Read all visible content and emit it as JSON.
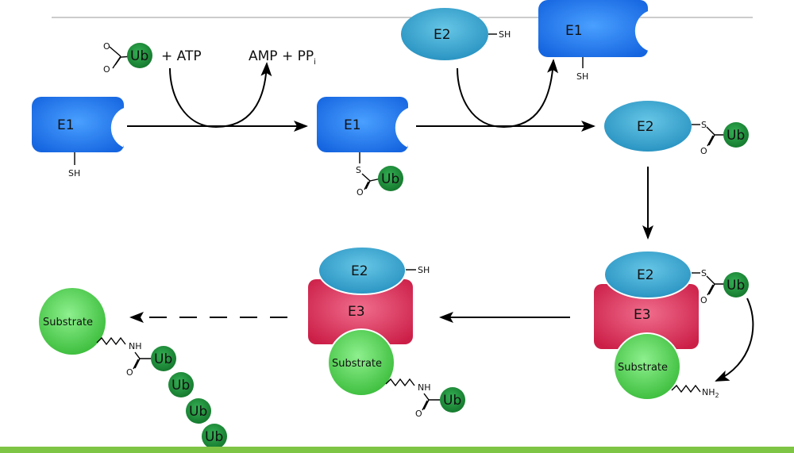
{
  "labels": {
    "e1": "E1",
    "e2": "E2",
    "e3": "E3",
    "ub": "Ub",
    "substrate": "Substrate",
    "sh": "SH",
    "s": "S",
    "o": "O",
    "nh": "NH",
    "nh2": "NH",
    "nh2_sub": "2",
    "plus_atp": "+ ATP",
    "amp_pp": "AMP + PP",
    "amp_pp_sub": "i"
  },
  "colors": {
    "e1_blue": "#1f78e8",
    "e2_cyan": "#39a7cf",
    "e3_red": "#d8254f",
    "ub_green": "#1e8f3a",
    "substrate_green": "#52cc52",
    "bottom_bar": "#7fc545",
    "top_rule": "#999999"
  }
}
